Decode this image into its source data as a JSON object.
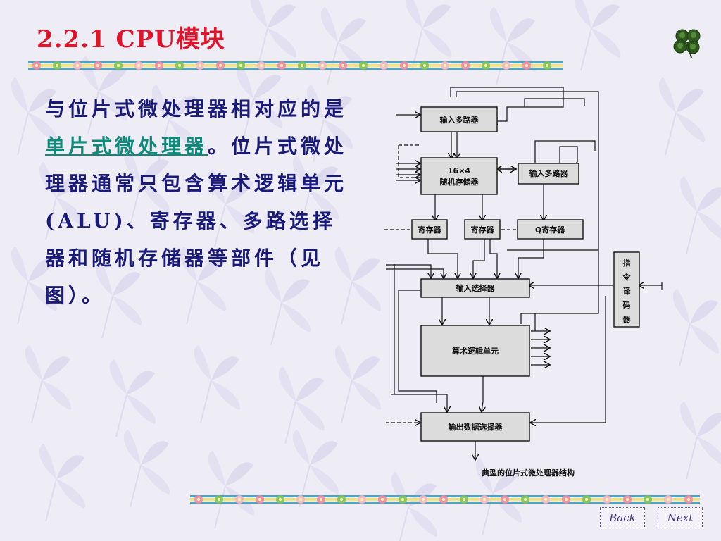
{
  "slide": {
    "title": "2.2.1 CPU模块",
    "body_prefix": "与位片式微处理器相对应的是",
    "body_link": "单片式微处理器",
    "body_suffix": "。位片式微处理器通常只包含算术逻辑单元 (ALU)、寄存器、多路选择器和随机存储器等部件（见图）。"
  },
  "diagram": {
    "labels": {
      "mux_top": "输入多路器",
      "ram_line1": "16×4",
      "ram_line2": "随机存储器",
      "mux_right": "输入多路器",
      "reg_a": "寄存器",
      "reg_b": "寄存器",
      "reg_q": "Q寄存器",
      "decoder": [
        "指",
        "令",
        "译",
        "码",
        "器"
      ],
      "input_selector": "输入选择器",
      "alu": "算术逻辑单元",
      "output_selector": "输出数据选择器",
      "caption": "典型的位片式微处理器结构"
    }
  },
  "nav": {
    "back_label": "Back",
    "next_label": "Next"
  },
  "colors": {
    "title": "#e0142a",
    "body_text": "#1a1a7a",
    "link": "#0f8a7a",
    "background": "#eeedf6"
  },
  "icons": {
    "corner": "clover-icon"
  }
}
